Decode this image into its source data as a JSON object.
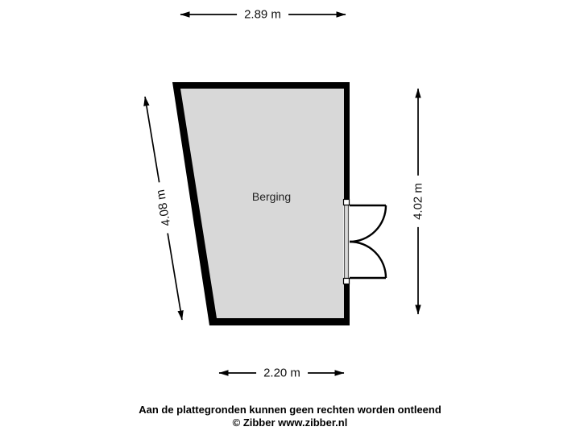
{
  "floorplan": {
    "room": {
      "label": "Berging"
    },
    "dimensions": {
      "top": "2.89 m",
      "left": "4.08 m",
      "right": "4.02 m",
      "bottom": "2.20 m"
    },
    "footer": {
      "disclaimer": "Aan de plattegronden kunnen geen rechten worden ontleend",
      "credit": "© Zibber www.zibber.nl"
    },
    "colors": {
      "wall": "#000000",
      "floor": "#d8d8d8",
      "dimension_line": "#000000",
      "label_background": "#ffffff",
      "door_frame_fill": "#d8d8d8",
      "door_frame_stroke": "#555555"
    }
  }
}
